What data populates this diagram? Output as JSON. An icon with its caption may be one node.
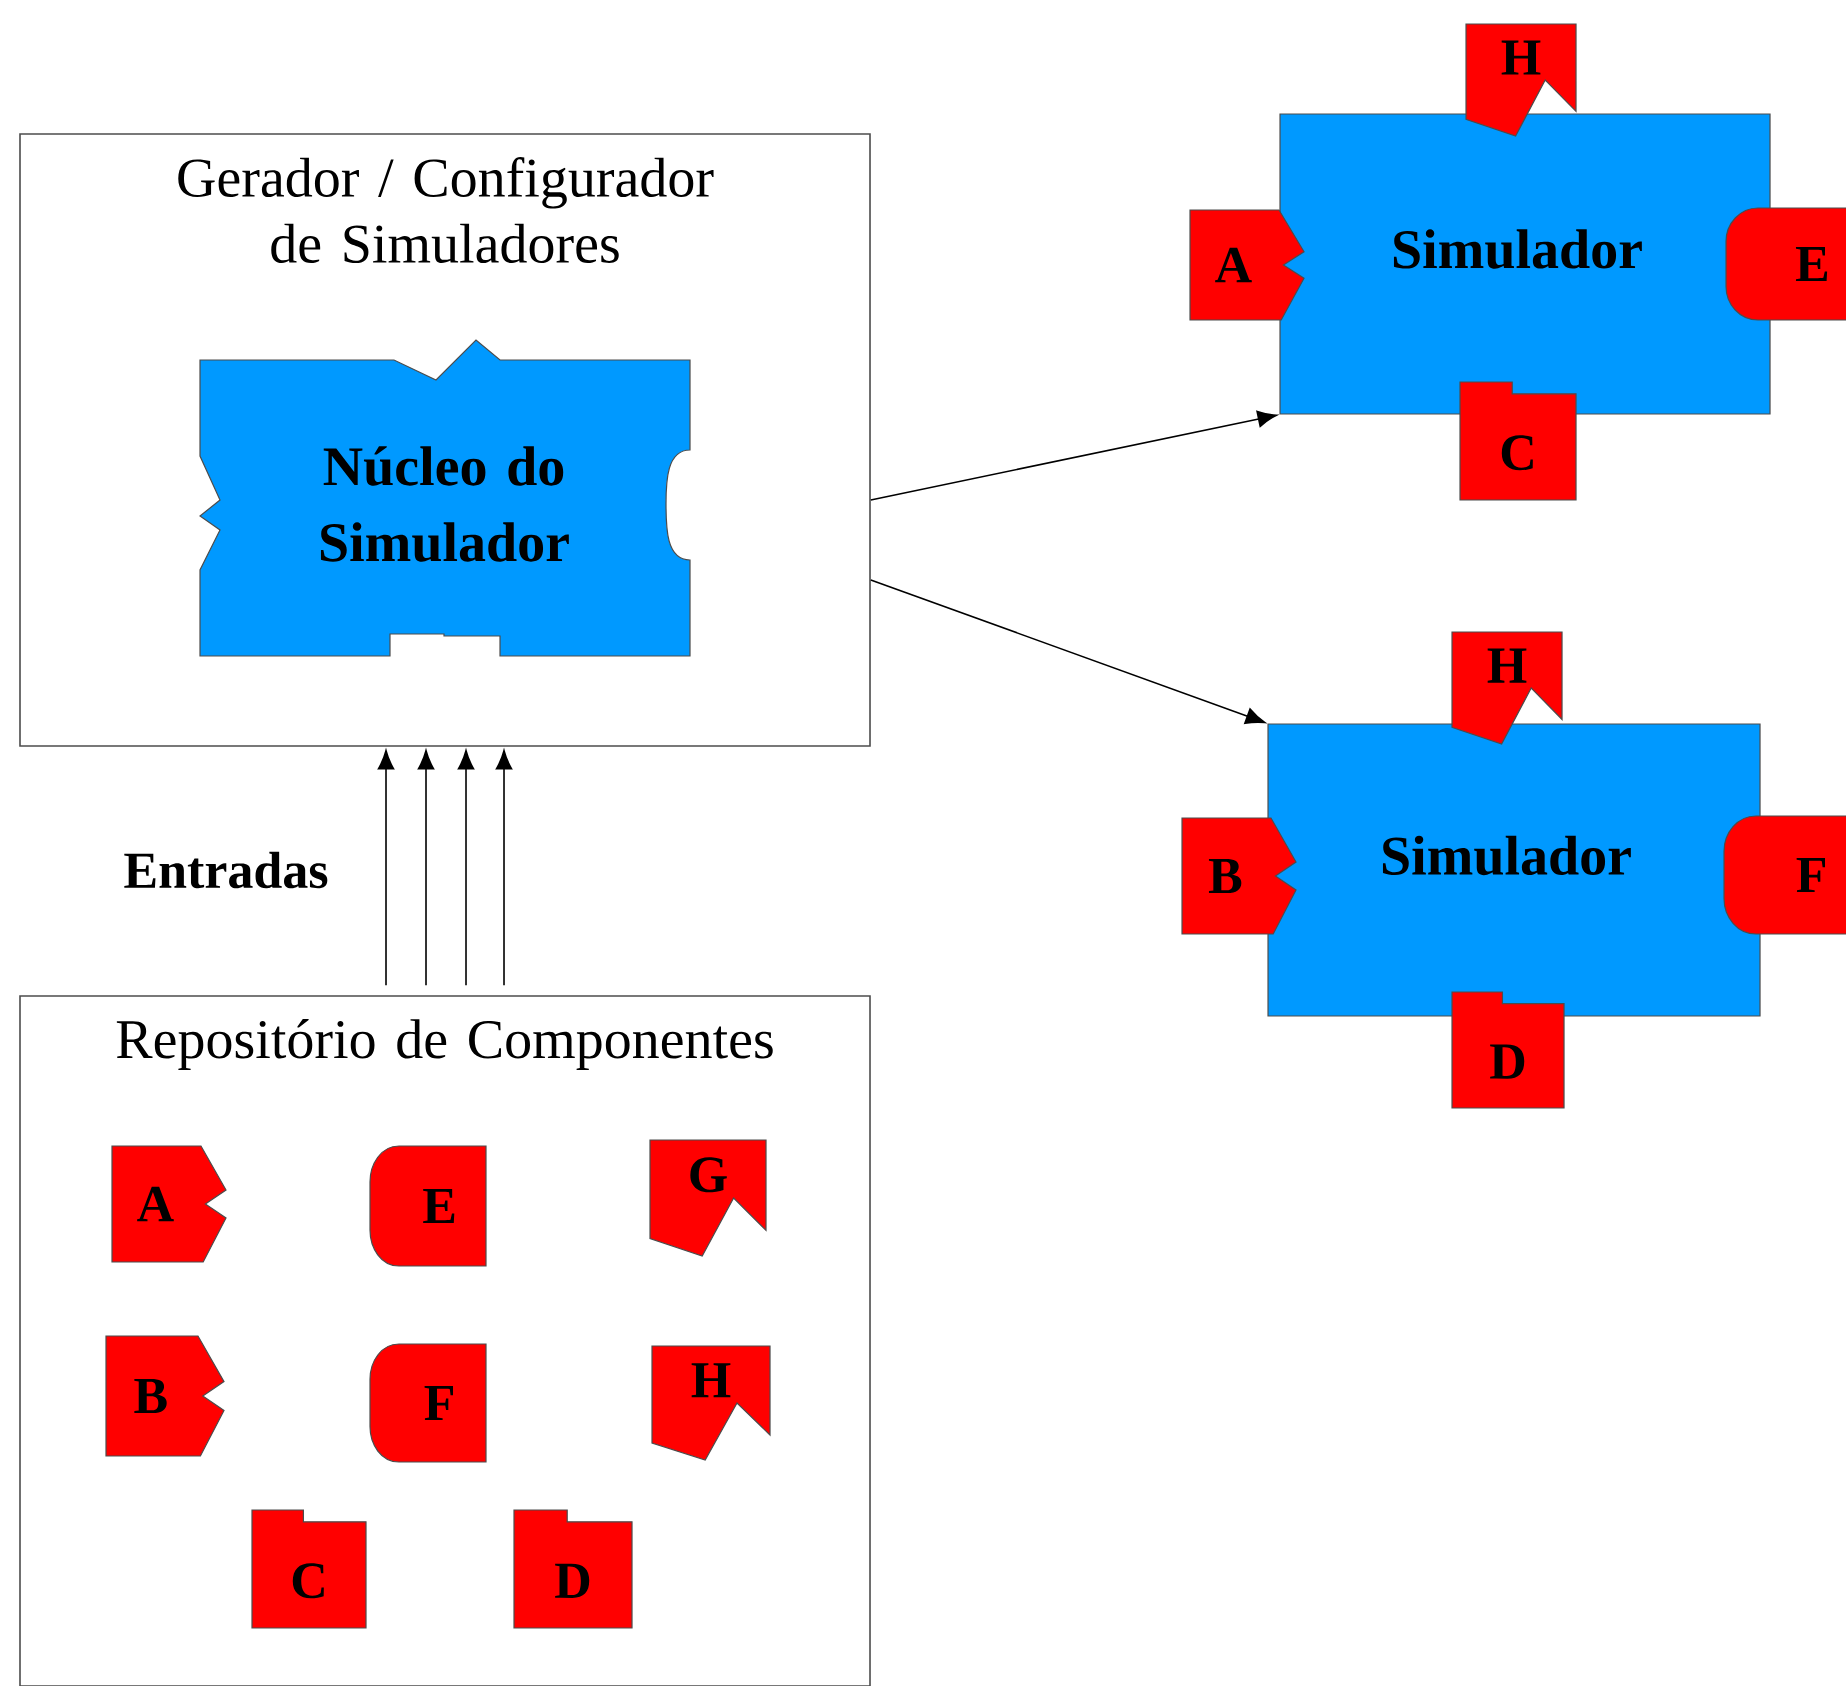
{
  "diagram": {
    "nodes": [
      {
        "text": [
          "Gerador / Configurador de Simuladores"
        ]
      },
      {
        "text": [
          "Núcleo do Simulador"
        ],
        "in": 0
      },
      {
        "text": [
          "Repositório de Componentes"
        ]
      },
      {
        "text": [
          "A"
        ],
        "in": 2
      },
      {
        "text": [
          "E"
        ],
        "in": 2
      },
      {
        "text": [
          "G"
        ],
        "in": 2
      },
      {
        "text": [
          "B"
        ],
        "in": 2
      },
      {
        "text": [
          "F"
        ],
        "in": 2
      },
      {
        "text": [
          "H"
        ],
        "in": 2
      },
      {
        "text": [
          "C"
        ],
        "in": 2
      },
      {
        "text": [
          "D"
        ],
        "in": 2
      },
      {
        "text": [
          "Simulador"
        ]
      },
      {
        "text": [
          "H"
        ]
      },
      {
        "text": [
          "A"
        ]
      },
      {
        "text": [
          "E"
        ]
      },
      {
        "text": [
          "C"
        ]
      },
      {
        "text": [
          "Simulador"
        ]
      },
      {
        "text": [
          "H"
        ]
      },
      {
        "text": [
          "B"
        ]
      },
      {
        "text": [
          "F"
        ]
      },
      {
        "text": [
          "D"
        ]
      }
    ],
    "edges": [
      {
        "from": 2,
        "to": 0,
        "arrow": "to"
      },
      {
        "from": 2,
        "to": 0,
        "arrow": "to"
      },
      {
        "from": 2,
        "to": 0,
        "arrow": "to"
      },
      {
        "from": 2,
        "to": 0,
        "arrow": "to"
      },
      {
        "from": 0,
        "to": 11,
        "arrow": "to"
      },
      {
        "from": 0,
        "to": 16,
        "arrow": "to"
      }
    ],
    "labels": [
      "Entradas"
    ]
  }
}
